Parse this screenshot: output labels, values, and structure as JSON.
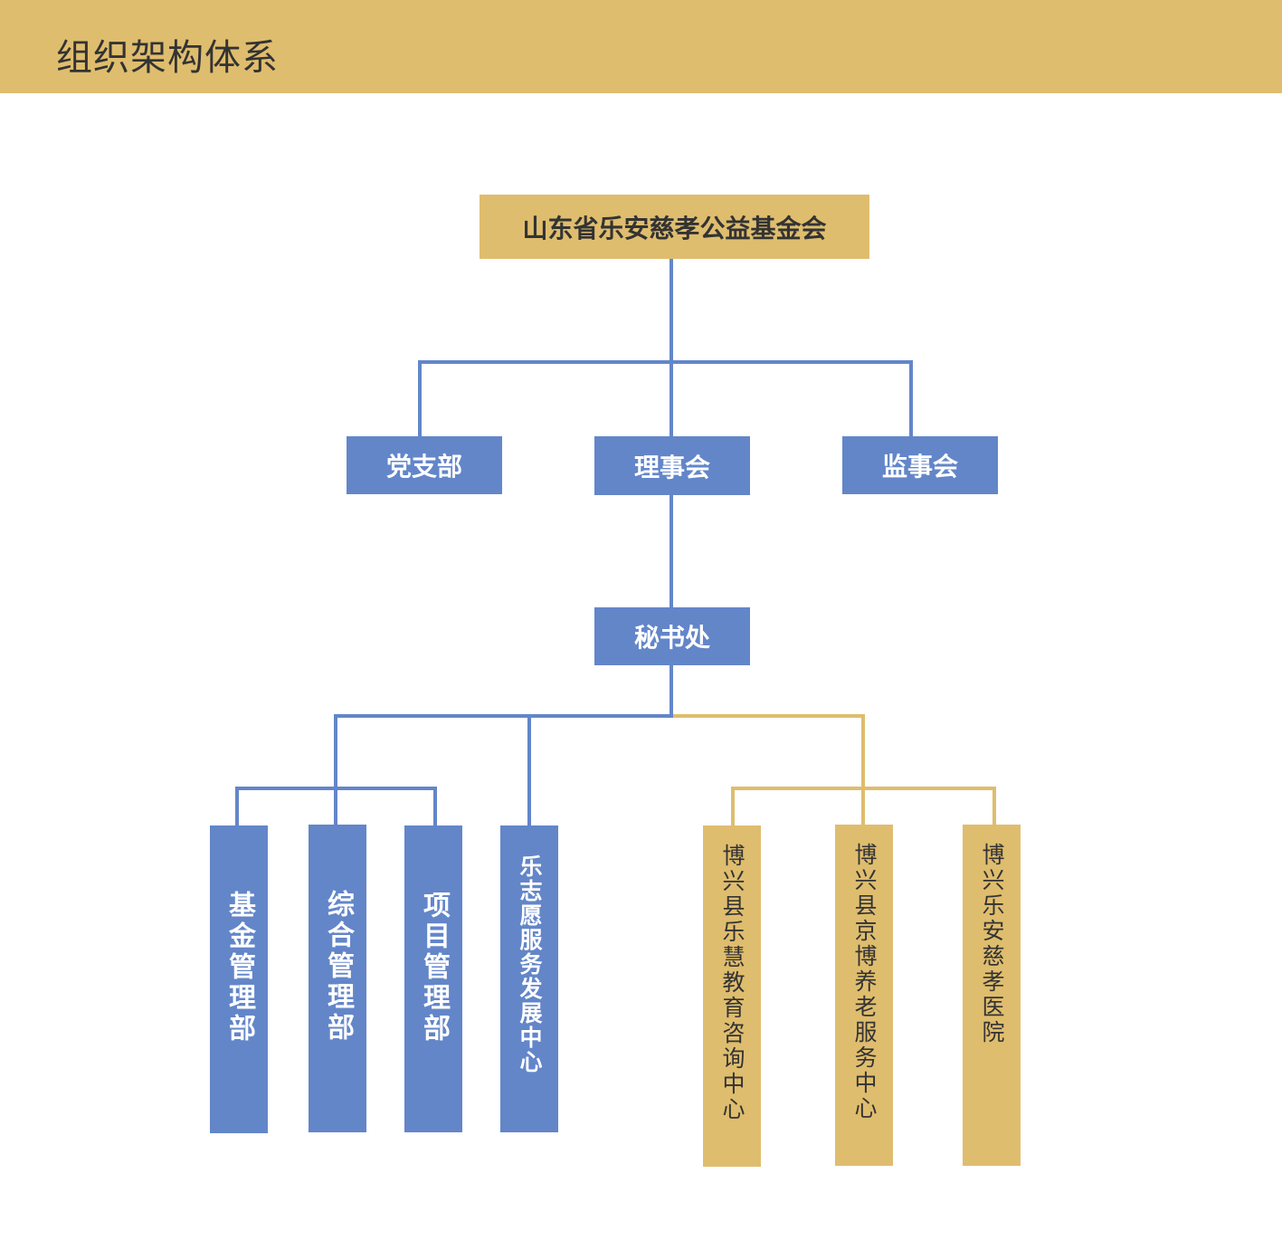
{
  "page": {
    "title": "组织架构体系"
  },
  "colors": {
    "accent_gold": "#dfbd6e",
    "accent_blue": "#6386c9"
  },
  "chart": {
    "root": "山东省乐安慈孝公益基金会",
    "level2": [
      "党支部",
      "理事会",
      "监事会"
    ],
    "secretariat": "秘书处",
    "departments": [
      "基金管理部",
      "综合管理部",
      "项目管理部",
      "乐志愿服务发展中心"
    ],
    "affiliates": [
      "博兴县乐慧教育咨询中心",
      "博兴县京博养老服务中心",
      "博兴乐安慈孝医院"
    ]
  }
}
